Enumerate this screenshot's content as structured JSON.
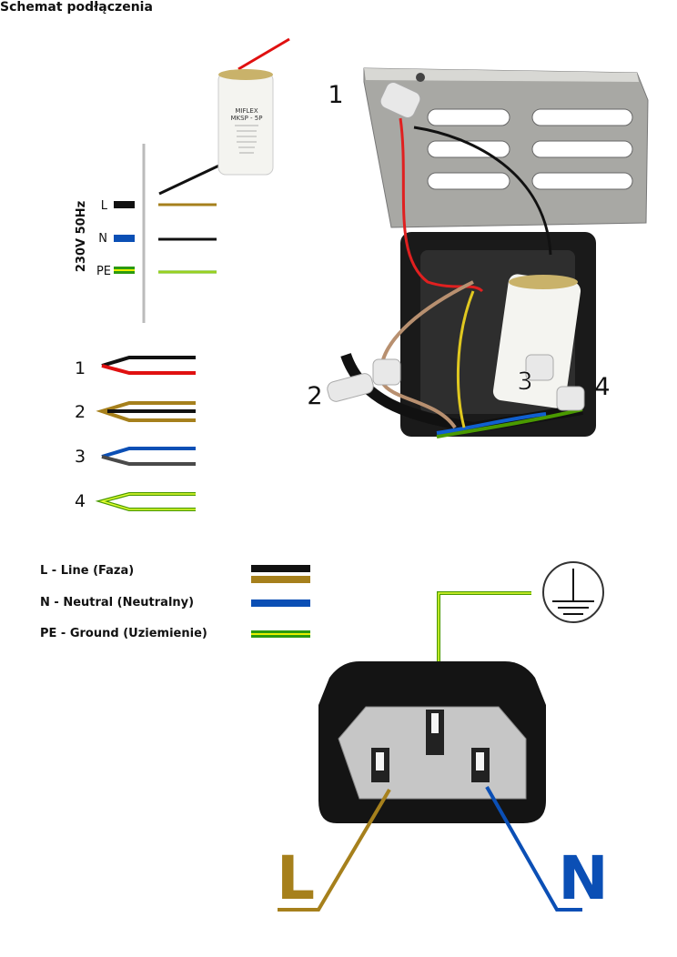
{
  "title": "Schemat podłączenia",
  "supply": {
    "voltage_label": "230V 50Hz",
    "terminals": [
      {
        "label": "L",
        "color": "#111111"
      },
      {
        "label": "N",
        "color": "#0b4fb5"
      },
      {
        "label": "PE",
        "color": "#8fd400"
      }
    ]
  },
  "capacitor": {
    "brand": "MIFLEX",
    "model": "MKSP - 5P"
  },
  "wire_pairs": [
    {
      "number": "1",
      "top_color": "#111111",
      "bottom_color": "#e01010"
    },
    {
      "number": "2",
      "top_color": "#a6801c",
      "bottom_color": "#111111"
    },
    {
      "number": "3",
      "top_color": "#0b4fb5",
      "bottom_color": "#4a4a4a"
    },
    {
      "number": "4",
      "top_color": "#c8f000",
      "bottom_color": "#c8f000"
    }
  ],
  "photo_labels": [
    "1",
    "2",
    "3",
    "4"
  ],
  "legend": [
    {
      "text": "L - Line (Faza)"
    },
    {
      "text": "N - Neutral (Neutralny)"
    },
    {
      "text": "PE - Ground (Uziemienie)"
    }
  ],
  "socket": {
    "l_label": "L",
    "n_label": "N"
  }
}
